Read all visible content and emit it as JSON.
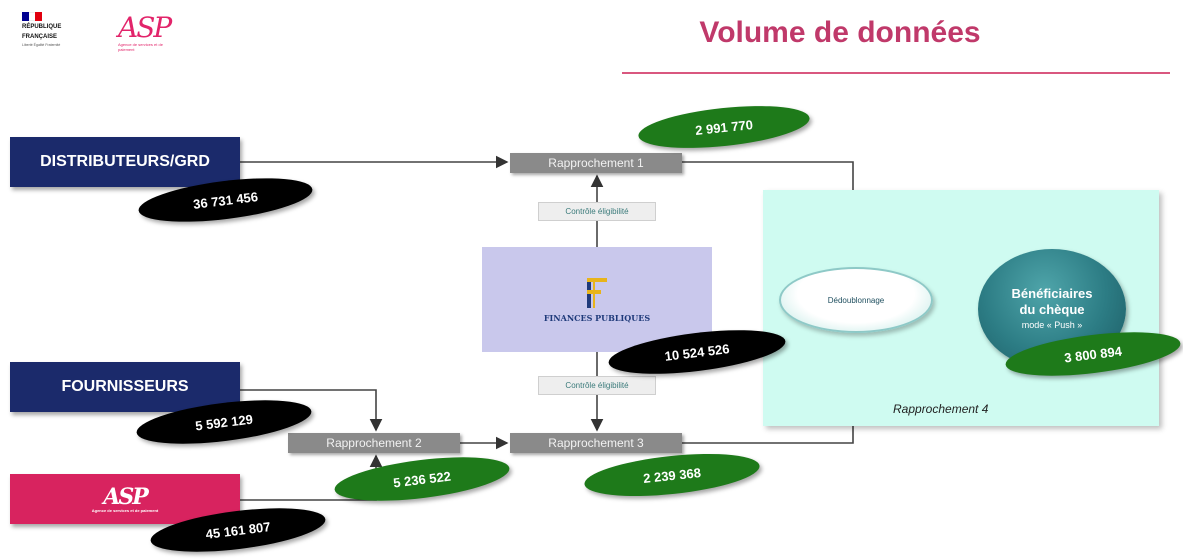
{
  "header": {
    "title": "Volume de données",
    "rf_logo": {
      "flag_colors": [
        "#000091",
        "#ffffff",
        "#e1000f"
      ],
      "line1": "RÉPUBLIQUE",
      "line2": "FRANÇAISE",
      "motto": "Liberté Égalité Fraternité"
    },
    "asp_logo": {
      "mark": "ASP",
      "tagline": "Agence de services et de paiement"
    }
  },
  "sources": {
    "distributeurs": {
      "label": "DISTRIBUTEURS/GRD",
      "value": "36 731 456"
    },
    "fournisseurs": {
      "label": "FOURNISSEURS",
      "value": "5 592 129"
    },
    "asp": {
      "mark": "ASP",
      "tagline": "Agence de services et de paiement",
      "value": "45 161 807"
    }
  },
  "steps": {
    "r1": {
      "label": "Rapprochement 1",
      "value": "2 991 770"
    },
    "r2": {
      "label": "Rapprochement 2",
      "value": "5 236 522"
    },
    "r3": {
      "label": "Rapprochement 3",
      "value": "2 239 368"
    },
    "ctrl_top": "Contrôle éligibilité",
    "ctrl_bottom": "Contrôle éligibilité"
  },
  "dgfip": {
    "line": "FINANCES PUBLIQUES",
    "value": "10 524 526"
  },
  "zone4": {
    "label": "Rapprochement 4",
    "dedoublonnage": "Dédoublonnage",
    "beneficiaires": {
      "line1": "Bénéficiaires",
      "line2": "du chèque",
      "line3": "mode « Push »",
      "value": "3 800 894"
    }
  },
  "colors": {
    "navy": "#1b2a6b",
    "asp_pink": "#d8235f",
    "title": "#c0396a",
    "green": "#1e7a1a",
    "zone": "#cffbf1",
    "dgfip": "#c9c8ec"
  }
}
